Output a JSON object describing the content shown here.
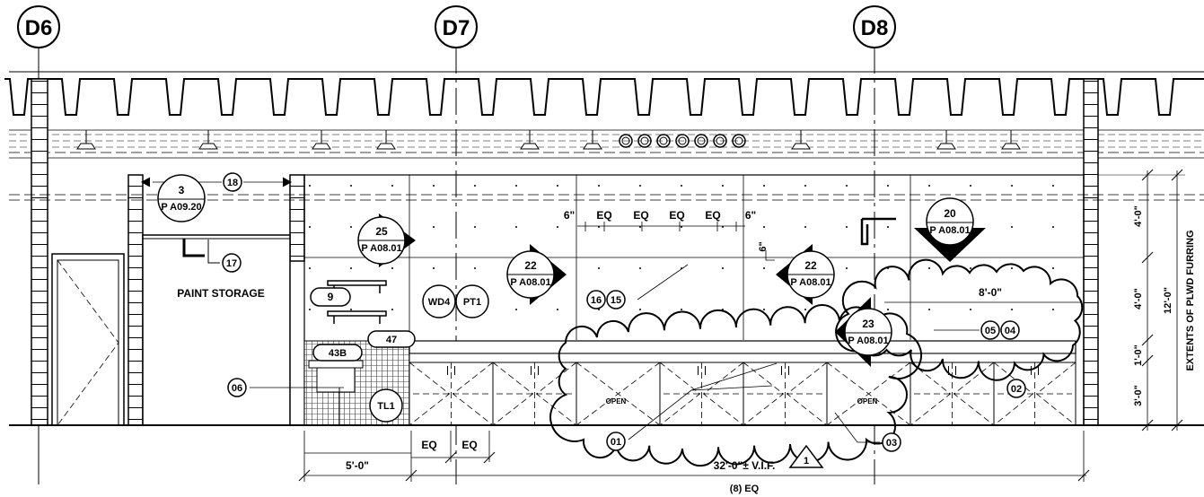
{
  "grid_lines": {
    "d6": "D6",
    "d7": "D7",
    "d8": "D8"
  },
  "room": {
    "name": "PAINT STORAGE"
  },
  "section_tags": {
    "s3": {
      "number": "3",
      "sheet": "P A09.20"
    },
    "s25": {
      "number": "25",
      "sheet": "P A08.01"
    },
    "s22a": {
      "number": "22",
      "sheet": "P A08.01"
    },
    "s22b": {
      "number": "22",
      "sheet": "P A08.01"
    },
    "s20": {
      "number": "20",
      "sheet": "P A08.01"
    },
    "s23": {
      "number": "23",
      "sheet": "P A08.01"
    }
  },
  "keynotes": {
    "k18": "18",
    "k17": "17",
    "k16": "16",
    "k15": "15",
    "k06": "06",
    "k01": "01",
    "k03": "03",
    "k05": "05",
    "k04": "04",
    "k02": "02"
  },
  "tags": {
    "p9": "9",
    "p43b": "43B",
    "p47": "47",
    "wd4": "WD4",
    "pt1": "PT1",
    "tl1": "TL1"
  },
  "cabinet_labels": {
    "open1": "OPEN",
    "open2": "OPEN"
  },
  "revision": "1",
  "dimensions": {
    "d6in_a": "6\"",
    "d6in_b": "6\"",
    "d6in_v": "6\"",
    "eq1": "EQ",
    "eq2": "EQ",
    "eq3": "EQ",
    "eq4": "EQ",
    "eq5": "EQ",
    "eq6": "EQ",
    "d8ft": "8'-0\"",
    "d5ft": "5'-0\"",
    "overall": "32'-0\"± V.I.F.",
    "div": "(8) EQ",
    "v4a": "4'-0\"",
    "v4b": "4'-0\"",
    "v1": "1'-0\"",
    "v3": "3'-0\"",
    "v12": "12'-0\"",
    "extents": "EXTENTS OF PLWD FURRING"
  }
}
